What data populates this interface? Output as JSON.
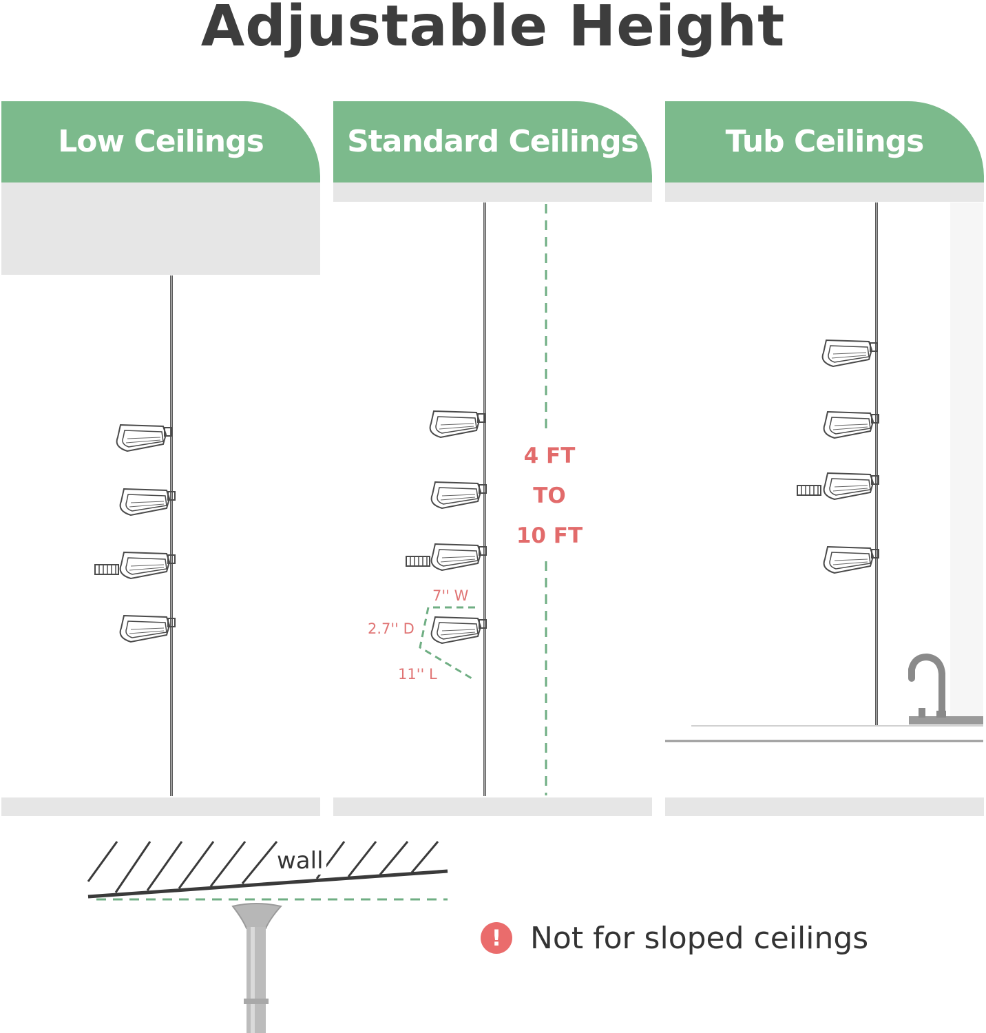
{
  "title": "Adjustable Height",
  "panels": [
    {
      "label": "Low Ceilings"
    },
    {
      "label": "Standard Ceilings"
    },
    {
      "label": "Tub Ceilings"
    }
  ],
  "range": {
    "line1": "4 FT",
    "line2": "TO",
    "line3": "10 FT"
  },
  "basket_dims": {
    "width": "7'' W",
    "depth": "2.7'' D",
    "length": "11'' L"
  },
  "sloped": {
    "wall_label": "wall",
    "warning": "Not for sloped ceilings",
    "warning_icon": "!"
  },
  "colors": {
    "accent_green": "#7cba8c",
    "dim_red": "#e26b6b",
    "warn_red": "#ea6c6c"
  }
}
